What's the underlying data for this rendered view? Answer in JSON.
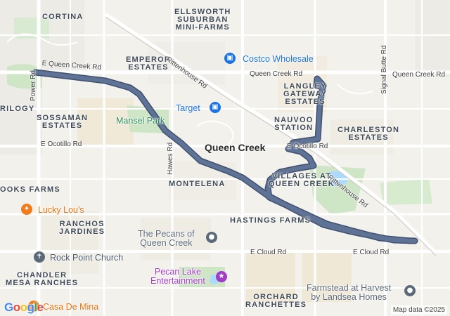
{
  "areas": [
    {
      "id": "cortina",
      "text": "CORTINA"
    },
    {
      "id": "ellsworth",
      "text": "ELLSWORTH\nSUBURBAN\nMINI-FARMS"
    },
    {
      "id": "emperor",
      "text": "EMPEROR\nESTATES"
    },
    {
      "id": "langley",
      "text": "LANGLEY\nGATEWAY\nESTATES"
    },
    {
      "id": "trilogy",
      "text": "RILOGY"
    },
    {
      "id": "sossaman",
      "text": "SOSSAMAN\nESTATES"
    },
    {
      "id": "nauvoo",
      "text": "NAUVOO\nSTATION"
    },
    {
      "id": "charleston",
      "text": "CHARLESTON\nESTATES"
    },
    {
      "id": "montelena",
      "text": "MONTELENA"
    },
    {
      "id": "villages",
      "text": "VILLAGES AT\nQUEEN CREEK"
    },
    {
      "id": "brooks",
      "text": "OOKS FARMS"
    },
    {
      "id": "hastings",
      "text": "HASTINGS FARMS"
    },
    {
      "id": "ranchos",
      "text": "RANCHOS\nJARDINES"
    },
    {
      "id": "chandler",
      "text": "CHANDLER\nMESA RANCHES"
    },
    {
      "id": "orchard",
      "text": "ORCHARD\nRANCHETTES"
    }
  ],
  "roads": [
    {
      "id": "queen-creek-rd-west",
      "text": "E Queen Creek Rd"
    },
    {
      "id": "queen-creek-rd-mid",
      "text": "Queen Creek Rd"
    },
    {
      "id": "queen-creek-rd-east",
      "text": "Queen Creek Rd"
    },
    {
      "id": "power-rd",
      "text": "Power Rd"
    },
    {
      "id": "rittenhouse-rd-north",
      "text": "Rittenhouse Rd"
    },
    {
      "id": "signal-butte-rd",
      "text": "Signal Butte Rd"
    },
    {
      "id": "ocotillo-rd-west",
      "text": "E Ocotillo Rd"
    },
    {
      "id": "ocotillo-rd-east",
      "text": "E Ocotillo Rd"
    },
    {
      "id": "hawes-rd",
      "text": "Hawes Rd"
    },
    {
      "id": "rittenhouse-rd-south",
      "text": "Rittenhouse Rd"
    },
    {
      "id": "cloud-rd-west",
      "text": "E Cloud Rd"
    },
    {
      "id": "cloud-rd-east",
      "text": "E Cloud Rd"
    }
  ],
  "city": {
    "text": "Queen Creek"
  },
  "pois": [
    {
      "id": "costco",
      "text": "Costco Wholesale",
      "icon": "shopping-bag-icon",
      "color": "#1a73e8"
    },
    {
      "id": "target",
      "text": "Target",
      "icon": "shopping-bag-icon",
      "color": "#1a73e8"
    },
    {
      "id": "mansel-park",
      "text": "Mansel Park",
      "icon": "",
      "color": "#2e8b57"
    },
    {
      "id": "lucky-lous",
      "text": "Lucky Lou's",
      "icon": "fork-knife-icon",
      "color": "#f07c1b"
    },
    {
      "id": "pecans",
      "text": "The Pecans of\nQueen Creek",
      "icon": "place-icon",
      "color": "#5b6a78"
    },
    {
      "id": "rock-point",
      "text": "Rock Point Church",
      "icon": "cross-icon",
      "color": "#5b6a78"
    },
    {
      "id": "pecan-lake",
      "text": "Pecan Lake\nEntertainment",
      "icon": "ticket-icon",
      "color": "#a13cc6"
    },
    {
      "id": "casa-de-mina",
      "text": "Casa De Mina",
      "icon": "fork-knife-icon",
      "color": "#f07c1b"
    },
    {
      "id": "farmstead",
      "text": "Farmstead at Harvest\nby Landsea Homes",
      "icon": "place-icon",
      "color": "#5b6a78"
    }
  ],
  "route": {
    "color": "#5f7396",
    "outline": "#3f5070"
  },
  "logo": {
    "text": "Google"
  },
  "attribution": {
    "text": "Map data ©2025"
  }
}
